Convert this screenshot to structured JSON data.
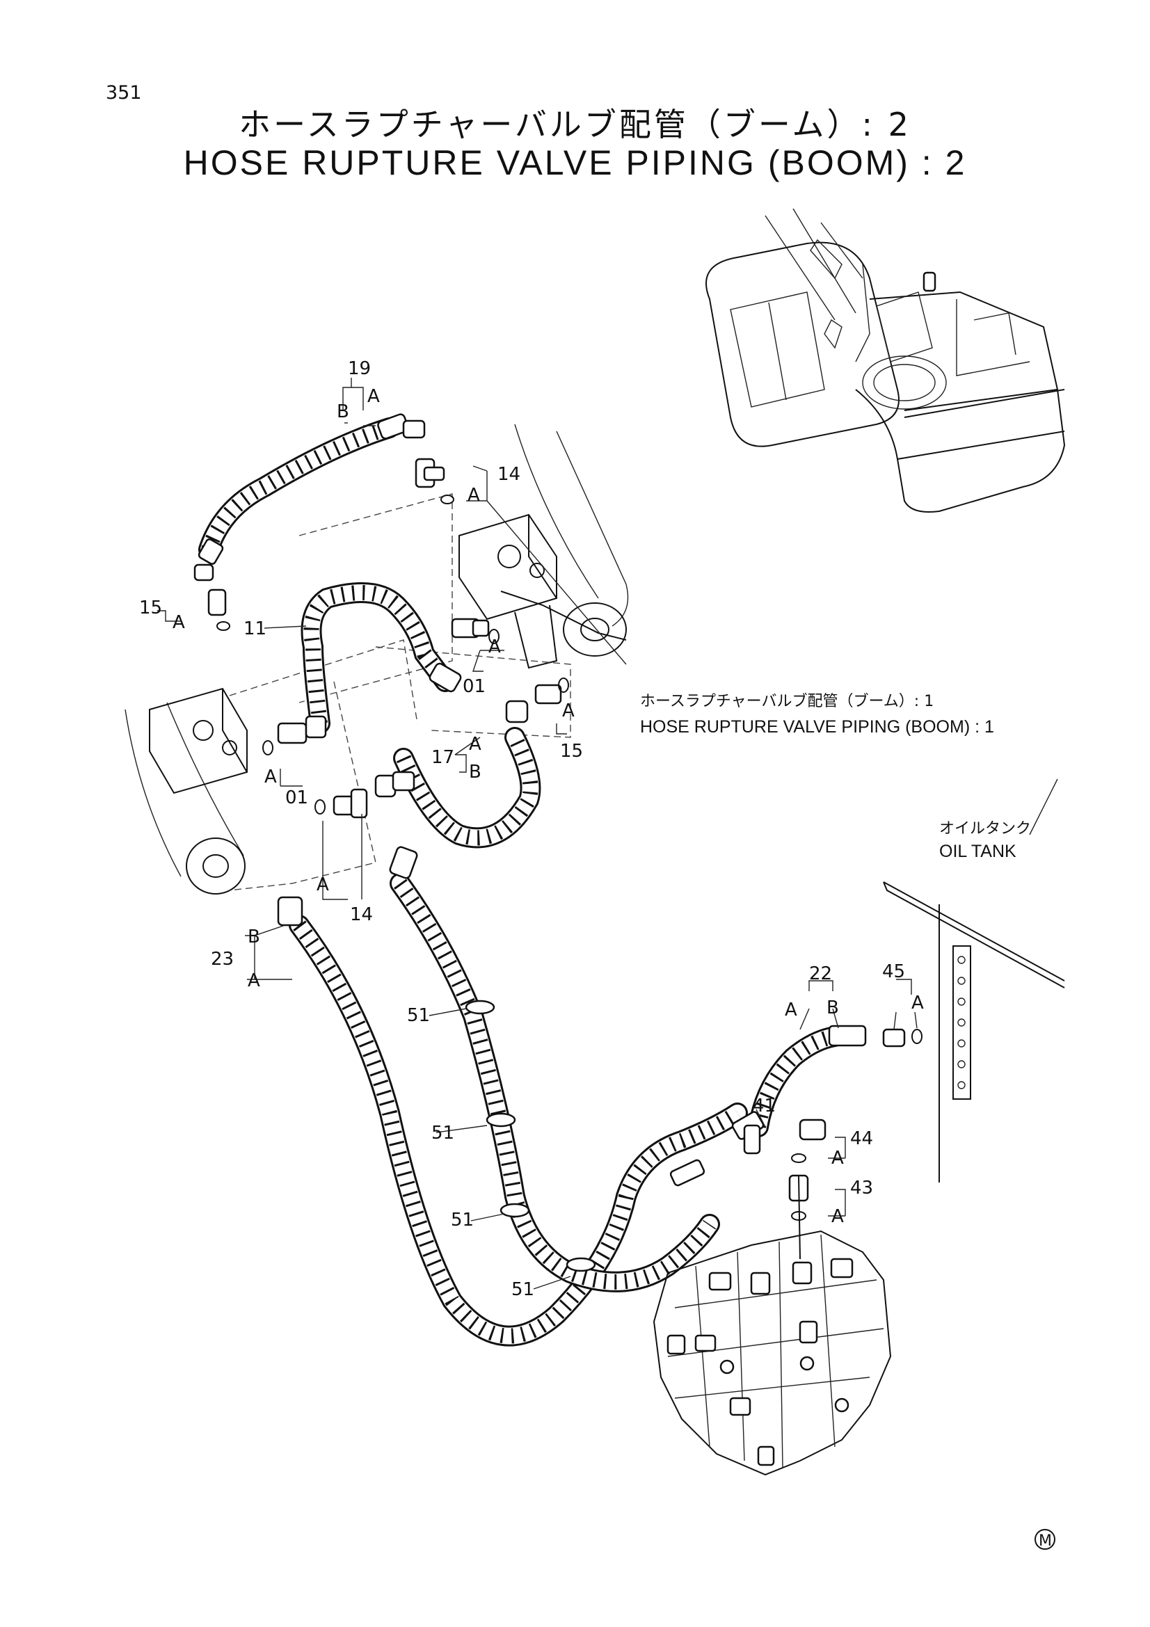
{
  "page_number": "351",
  "title_jp": "ホースラプチャーバルブ配管（ブーム）: 2",
  "title_en": "HOSE RUPTURE VALVE PIPING (BOOM) : 2",
  "reference": {
    "jp": "ホースラプチャーバルブ配管（ブーム）: 1",
    "en": "HOSE RUPTURE VALVE PIPING (BOOM) : 1"
  },
  "oil_tank": {
    "jp": "オイルタンク",
    "en": "OIL TANK"
  },
  "part_numbers": {
    "p19": "19",
    "p14a": "14",
    "p15a": "15",
    "p11": "11",
    "p01a": "01",
    "p01b": "01",
    "p17": "17",
    "p15b": "15",
    "p14b": "14",
    "p23": "23",
    "p51": "51",
    "p22": "22",
    "p45": "45",
    "p41": "41",
    "p44": "44",
    "p43": "43"
  },
  "sub_labels": {
    "a": "A",
    "b": "B"
  },
  "mark": "M"
}
